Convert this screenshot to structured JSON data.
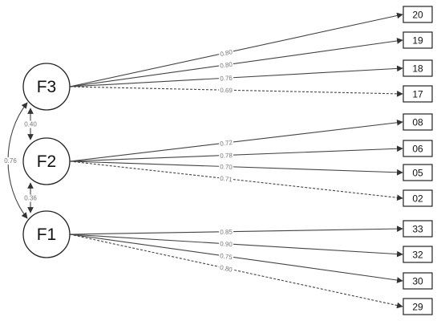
{
  "factors": [
    {
      "id": "F3",
      "label": "F3"
    },
    {
      "id": "F2",
      "label": "F2"
    },
    {
      "id": "F1",
      "label": "F1"
    }
  ],
  "items": [
    {
      "label": "20",
      "factor": "F3",
      "loading": "0.80",
      "dashed": false
    },
    {
      "label": "19",
      "factor": "F3",
      "loading": "0.80",
      "dashed": false
    },
    {
      "label": "18",
      "factor": "F3",
      "loading": "0.76",
      "dashed": false
    },
    {
      "label": "17",
      "factor": "F3",
      "loading": "0.69",
      "dashed": true
    },
    {
      "label": "08",
      "factor": "F2",
      "loading": "0.72",
      "dashed": false
    },
    {
      "label": "06",
      "factor": "F2",
      "loading": "0.78",
      "dashed": false
    },
    {
      "label": "05",
      "factor": "F2",
      "loading": "0.70",
      "dashed": false
    },
    {
      "label": "02",
      "factor": "F2",
      "loading": "0.71",
      "dashed": true
    },
    {
      "label": "33",
      "factor": "F1",
      "loading": "0.85",
      "dashed": false
    },
    {
      "label": "32",
      "factor": "F1",
      "loading": "0.90",
      "dashed": false
    },
    {
      "label": "30",
      "factor": "F1",
      "loading": "0.75",
      "dashed": false
    },
    {
      "label": "29",
      "factor": "F1",
      "loading": "0.80",
      "dashed": true
    }
  ],
  "correlations": [
    {
      "from": "F3",
      "to": "F2",
      "value": "0.40"
    },
    {
      "from": "F2",
      "to": "F1",
      "value": "0.36"
    },
    {
      "from": "F3",
      "to": "F1",
      "value": "0.76"
    }
  ],
  "colors": {
    "line": "#444444",
    "text": "#111111",
    "label": "#777777"
  }
}
